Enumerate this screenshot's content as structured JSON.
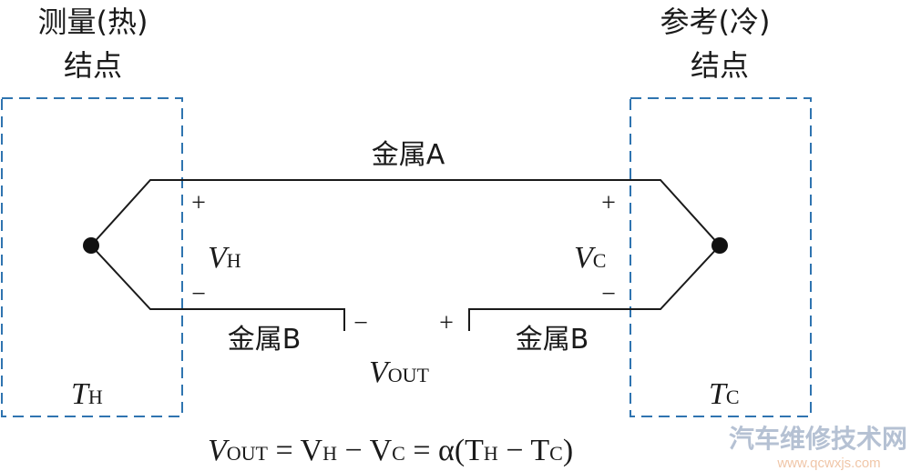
{
  "labels": {
    "hot_junction": [
      "测量(热)",
      "结点"
    ],
    "cold_junction": [
      "参考(冷)",
      "结点"
    ],
    "metal_a": "金属A",
    "metal_b_left": "金属B",
    "metal_b_right": "金属B",
    "plus": "+",
    "minus": "−",
    "v_h": {
      "main": "V",
      "sub": "H"
    },
    "v_c": {
      "main": "V",
      "sub": "C"
    },
    "v_out": {
      "main": "V",
      "sub": "OUT"
    },
    "t_h": {
      "main": "T",
      "sub": "H"
    },
    "t_c": {
      "main": "T",
      "sub": "C"
    }
  },
  "formula": "V_OUT = V_H − V_C = α(T_H − T_C)",
  "formula_parts": {
    "vout": "V",
    "vout_sub": "OUT",
    "rest1": " = V",
    "vh_sub": "H",
    "rest2": " − V",
    "vc_sub": "C",
    "rest3": " = α(T",
    "th_sub": "H",
    "rest4": " − T",
    "tc_sub": "C",
    "rest5": ")"
  },
  "watermark": {
    "name": "汽车维修技术网",
    "url": "www.qcwxjs.com"
  },
  "colors": {
    "box": "#2f74b0",
    "wire": "#1a1a1a",
    "watermark_text": "#b5c1d3",
    "watermark_url": "#f0c6a8"
  }
}
